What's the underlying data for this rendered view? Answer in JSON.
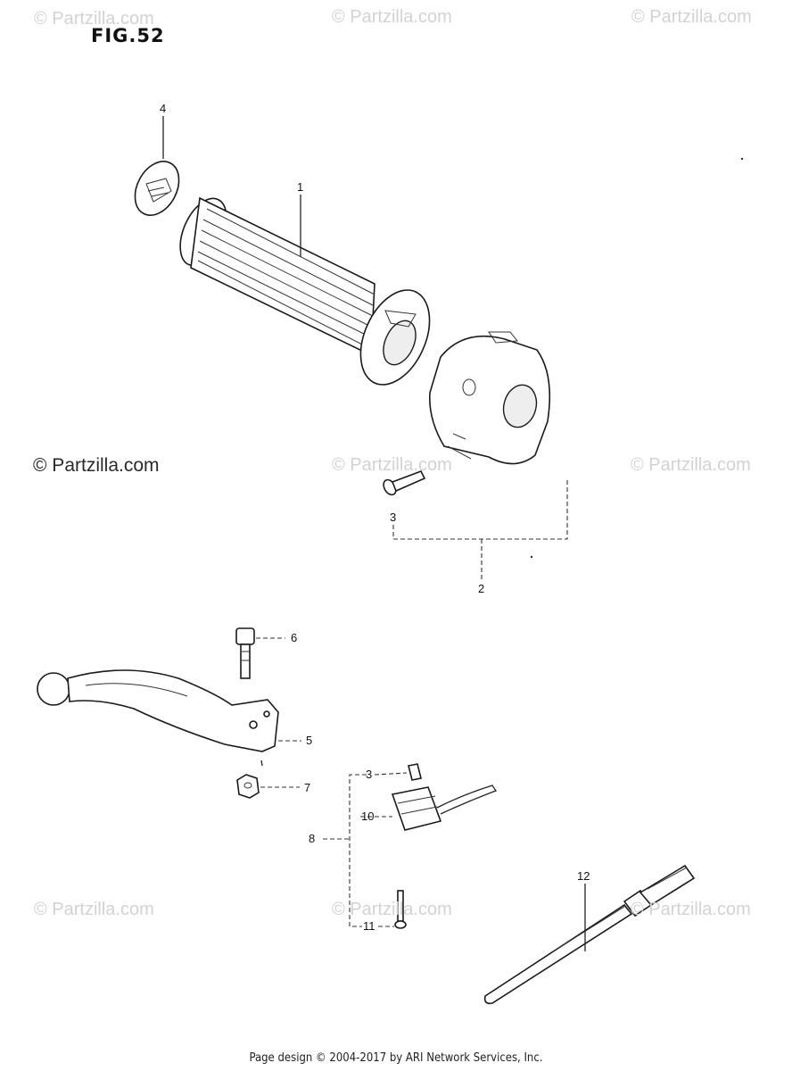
{
  "figure": {
    "title": "FIG.52"
  },
  "watermarks": [
    "© Partzilla.com",
    "© Partzilla.com",
    "© Partzilla.com",
    "© Partzilla.com",
    "© Partzilla.com",
    "© Partzilla.com",
    "© Partzilla.com",
    "© Partzilla.com",
    "© Partzilla.com"
  ],
  "callouts": {
    "p1": "1",
    "p2": "2",
    "p3a": "3",
    "p3b": "3",
    "p4": "4",
    "p5": "5",
    "p6": "6",
    "p7": "7",
    "p8": "8",
    "p10": "10",
    "p11": "11",
    "p12": "12"
  },
  "parts": [
    {
      "ref": "1",
      "name": "grip",
      "icon": "handle-grip-icon"
    },
    {
      "ref": "2",
      "name": "switch-housing-assembly",
      "icon": "switch-housing-icon"
    },
    {
      "ref": "3",
      "name": "screw",
      "icon": "screw-icon"
    },
    {
      "ref": "4",
      "name": "grip-end-cap",
      "icon": "end-cap-icon"
    },
    {
      "ref": "5",
      "name": "lever",
      "icon": "lever-icon"
    },
    {
      "ref": "6",
      "name": "lever-bolt",
      "icon": "bolt-icon"
    },
    {
      "ref": "7",
      "name": "nut",
      "icon": "nut-icon"
    },
    {
      "ref": "8",
      "name": "switch-assembly",
      "icon": "switch-assembly-icon"
    },
    {
      "ref": "10",
      "name": "switch",
      "icon": "switch-icon"
    },
    {
      "ref": "11",
      "name": "screw",
      "icon": "screw-icon"
    },
    {
      "ref": "12",
      "name": "cable-tie",
      "icon": "cable-tie-icon"
    }
  ],
  "footer": {
    "text": "Page design © 2004-2017 by ARI Network Services, Inc."
  }
}
